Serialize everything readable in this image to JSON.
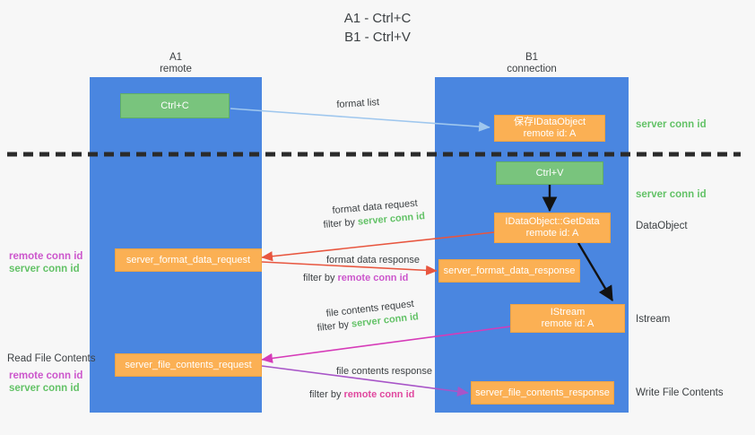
{
  "title": "A1 - Ctrl+C\nB1 - Ctrl+V",
  "lanes": [
    {
      "name": "A1",
      "subtitle": "remote"
    },
    {
      "name": "B1",
      "subtitle": "connection"
    }
  ],
  "boxes": {
    "ctrl_c": {
      "line1": "Ctrl+C",
      "line2": ""
    },
    "ctrl_v": {
      "line1": "Ctrl+V",
      "line2": ""
    },
    "save_idataobject": {
      "line1": "保存IDataObject",
      "line2": "remote id: A"
    },
    "getdata": {
      "line1": "IDataObject::GetData",
      "line2": "remote id: A"
    },
    "istream": {
      "line1": "IStream",
      "line2": "remote id: A"
    },
    "server_format_data_request": {
      "line1": "server_format_data_request",
      "line2": ""
    },
    "server_format_data_response": {
      "line1": "server_format_data_response",
      "line2": ""
    },
    "server_file_contents_request": {
      "line1": "server_file_contents_request",
      "line2": ""
    },
    "server_file_contents_response": {
      "line1": "server_file_contents_response",
      "line2": ""
    }
  },
  "edge_labels": {
    "format_list": "format list",
    "format_data_request": "format data request",
    "format_data_request_filter_prefix": "filter by ",
    "format_data_request_filter_value": "server conn id",
    "format_data_response": "format data response",
    "format_data_response_filter_prefix": "filter by ",
    "format_data_response_filter_value": "remote conn id",
    "file_contents_request": "file contents request",
    "file_contents_request_filter_prefix": "filter by ",
    "file_contents_request_filter_value": "server conn id",
    "file_contents_response": "file contents response",
    "file_contents_response_filter_prefix": "filter by ",
    "file_contents_response_filter_value": "remote conn id"
  },
  "right_labels": {
    "server_conn_id_1": "server conn id",
    "server_conn_id_2": "server conn id",
    "dataobject": "DataObject",
    "istream": "Istream",
    "write_file_contents": "Write File Contents"
  },
  "left_labels": {
    "remote_conn_id_1": "remote conn id",
    "server_conn_id_1": "server conn id",
    "read_file_contents": "Read File Contents",
    "remote_conn_id_2": "remote conn id",
    "server_conn_id_2": "server conn id"
  },
  "colors": {
    "lane": "#4a86e0",
    "green_box": "#79c47d",
    "orange_box": "#fbb054",
    "green_text": "#63c267",
    "magenta_text": "#cc56cc",
    "pink_text": "#e0489f",
    "light_blue_arrow": "#9fc7ee",
    "red_arrow": "#e8563f",
    "dark_arrow": "#1a1a1a",
    "magenta_arrow": "#d63bb8",
    "purple_arrow": "#a855c8",
    "background": "#f7f7f7"
  }
}
